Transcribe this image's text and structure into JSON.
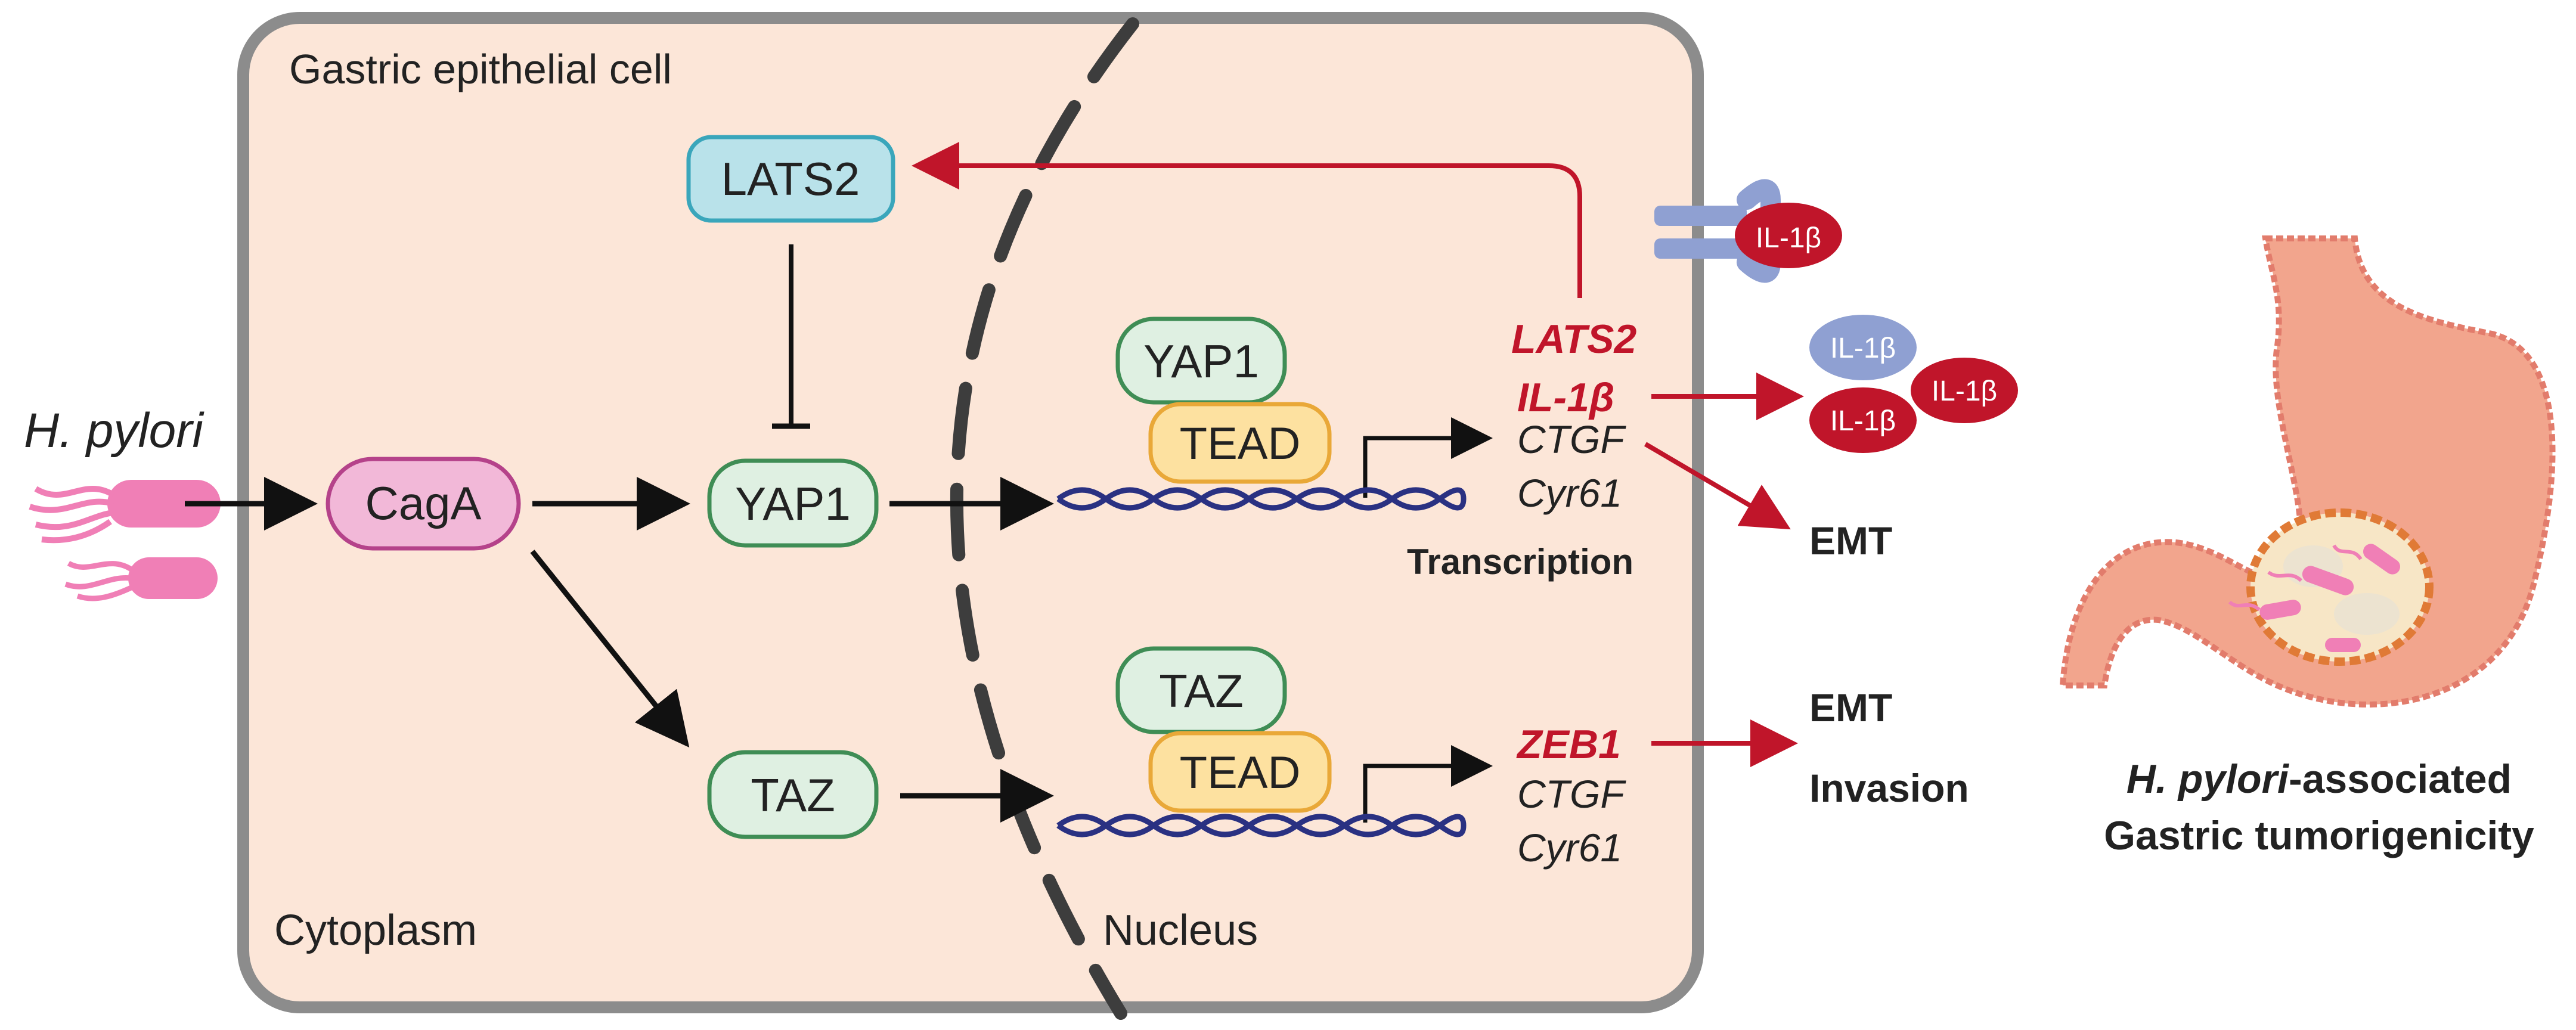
{
  "cell_label": "Gastric epithelial cell",
  "cytoplasm_label": "Cytoplasm",
  "nucleus_label": "Nucleus",
  "hpylori_label": "H. pylori",
  "nodes": {
    "cagA": "CagA",
    "lats2": "LATS2",
    "yap1_cyto": "YAP1",
    "taz_cyto": "TAZ",
    "yap1_nuc": "YAP1",
    "tead_top": "TEAD",
    "taz_nuc": "TAZ",
    "tead_bottom": "TEAD"
  },
  "genes_top": {
    "lats2": "LATS2",
    "il1b": "IL-1β",
    "ctgf": "CTGF",
    "cyr61": "Cyr61"
  },
  "genes_bottom": {
    "zeb1": "ZEB1",
    "ctgf": "CTGF",
    "cyr61": "Cyr61"
  },
  "transcription_label": "Transcription",
  "outcomes": {
    "emt_top": "EMT",
    "emt_bottom": "EMT",
    "invasion": "Invasion"
  },
  "il1b_bubbles": [
    "IL-1β",
    "IL-1β",
    "IL-1β",
    "IL-1β"
  ],
  "stomach_caption": {
    "line1_italic": "H. pylori",
    "line1_rest": "-associated",
    "line2": "Gastric tumorigenicity"
  },
  "colors": {
    "cell_fill": "#fce6d8",
    "cell_border": "#8c8c8c",
    "green_fill": "#dff0e2",
    "green_border": "#3f8d55",
    "pink_fill": "#f2b8d8",
    "pink_border": "#b5428a",
    "cyan_fill": "#b9e2ea",
    "cyan_border": "#3aa6bb",
    "tead_fill": "#fde1a0",
    "tead_border": "#e9a838",
    "red": "#c0152a",
    "dna": "#2a3182",
    "stomach": "#f2a58d"
  }
}
